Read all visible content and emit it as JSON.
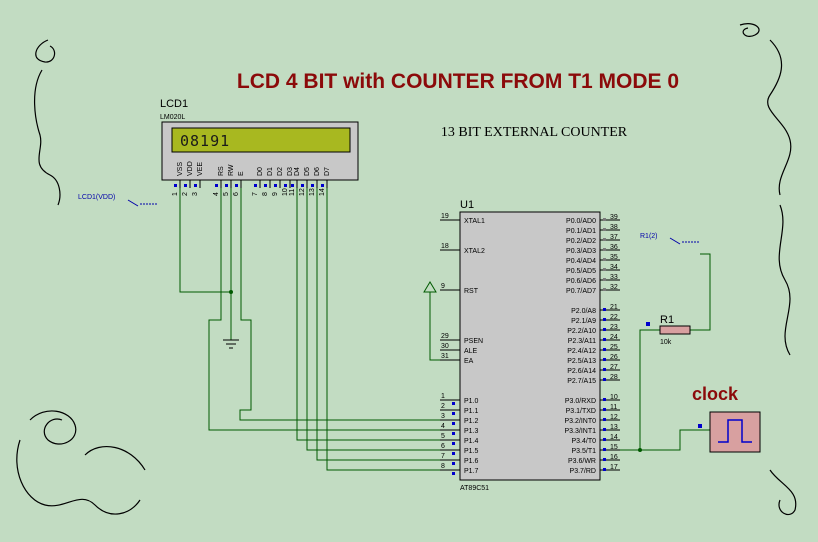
{
  "title": "LCD  4 BIT with COUNTER FROM T1 MODE 0",
  "subtitle": "13 BIT EXTERNAL COUNTER",
  "lcd": {
    "ref": "LCD1",
    "part": "LM020L",
    "display": "08191",
    "pin_names": [
      "VSS",
      "VDD",
      "VEE",
      "RS",
      "RW",
      "E",
      "D0",
      "D1",
      "D2",
      "D3",
      "D4",
      "D5",
      "D6",
      "D7"
    ],
    "pin_numbers": [
      "1",
      "2",
      "3",
      "4",
      "5",
      "6",
      "7",
      "8",
      "9",
      "10",
      "11",
      "12",
      "13",
      "14"
    ],
    "net_label": "LCD1(VDD)"
  },
  "mcu": {
    "ref": "U1",
    "part": "AT89C51",
    "left_pins": [
      {
        "num": "19",
        "name": "XTAL1"
      },
      {
        "num": "18",
        "name": "XTAL2"
      },
      {
        "num": "9",
        "name": "RST"
      },
      {
        "num": "29",
        "name": "PSEN"
      },
      {
        "num": "30",
        "name": "ALE"
      },
      {
        "num": "31",
        "name": "EA"
      },
      {
        "num": "1",
        "name": "P1.0"
      },
      {
        "num": "2",
        "name": "P1.1"
      },
      {
        "num": "3",
        "name": "P1.2"
      },
      {
        "num": "4",
        "name": "P1.3"
      },
      {
        "num": "5",
        "name": "P1.4"
      },
      {
        "num": "6",
        "name": "P1.5"
      },
      {
        "num": "7",
        "name": "P1.6"
      },
      {
        "num": "8",
        "name": "P1.7"
      }
    ],
    "right_pins": [
      {
        "num": "39",
        "name": "P0.0/AD0"
      },
      {
        "num": "38",
        "name": "P0.1/AD1"
      },
      {
        "num": "37",
        "name": "P0.2/AD2"
      },
      {
        "num": "36",
        "name": "P0.3/AD3"
      },
      {
        "num": "35",
        "name": "P0.4/AD4"
      },
      {
        "num": "34",
        "name": "P0.5/AD5"
      },
      {
        "num": "33",
        "name": "P0.6/AD6"
      },
      {
        "num": "32",
        "name": "P0.7/AD7"
      },
      {
        "num": "21",
        "name": "P2.0/A8"
      },
      {
        "num": "22",
        "name": "P2.1/A9"
      },
      {
        "num": "23",
        "name": "P2.2/A10"
      },
      {
        "num": "24",
        "name": "P2.3/A11"
      },
      {
        "num": "25",
        "name": "P2.4/A12"
      },
      {
        "num": "26",
        "name": "P2.5/A13"
      },
      {
        "num": "27",
        "name": "P2.6/A14"
      },
      {
        "num": "28",
        "name": "P2.7/A15"
      },
      {
        "num": "10",
        "name": "P3.0/RXD"
      },
      {
        "num": "11",
        "name": "P3.1/TXD"
      },
      {
        "num": "12",
        "name": "P3.2/INT0"
      },
      {
        "num": "13",
        "name": "P3.3/INT1"
      },
      {
        "num": "14",
        "name": "P3.4/T0"
      },
      {
        "num": "15",
        "name": "P3.5/T1"
      },
      {
        "num": "16",
        "name": "P3.6/WR"
      },
      {
        "num": "17",
        "name": "P3.7/RD"
      }
    ]
  },
  "resistor": {
    "ref": "R1",
    "value": "10k",
    "net_label": "R1(2)"
  },
  "clock_label": "clock",
  "colors": {
    "background": "#c2dcc2",
    "title": "#8b0a0a",
    "wire": "#005a00",
    "net": "#0000aa"
  }
}
